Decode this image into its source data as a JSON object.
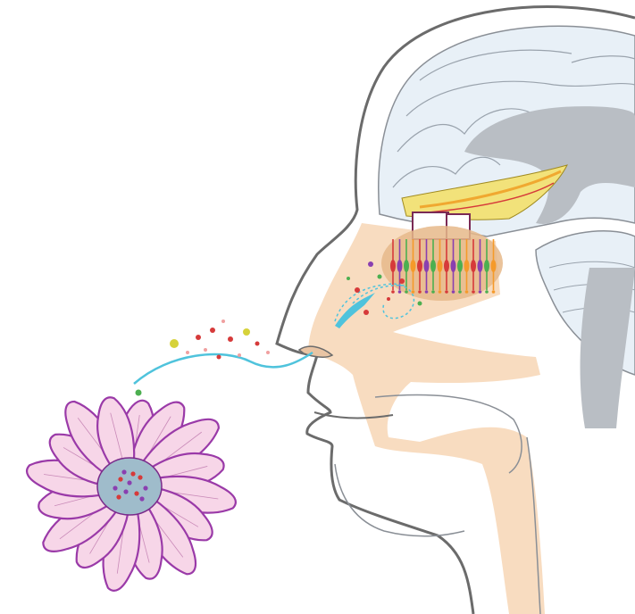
{
  "illustration": {
    "subject": "olfaction",
    "parts": [
      "head-profile",
      "brain",
      "olfactory-bulb",
      "olfactory-epithelium",
      "receptor-neurons",
      "nasal-cavity",
      "odor-stream",
      "odorant-molecules",
      "daisy-flower"
    ]
  },
  "colors": {
    "outline": "#6b6b6b",
    "brain_fill": "#e8f0f7",
    "brain_gray": "#b9bec4",
    "nasal_fill": "#f8dcc0",
    "bulb_yellow": "#f2e27a",
    "bulb_orange": "#f0a830",
    "epithelium": "#e6b98a",
    "stream": "#4fc3dc",
    "petal_fill": "#f7d6e8",
    "petal_line": "#9a3aa8",
    "flower_center": "#9fbccb",
    "neuron_red": "#d63a3a",
    "neuron_purple": "#8a3fb0",
    "neuron_green": "#4caf50",
    "neuron_orange": "#f59a2a"
  }
}
